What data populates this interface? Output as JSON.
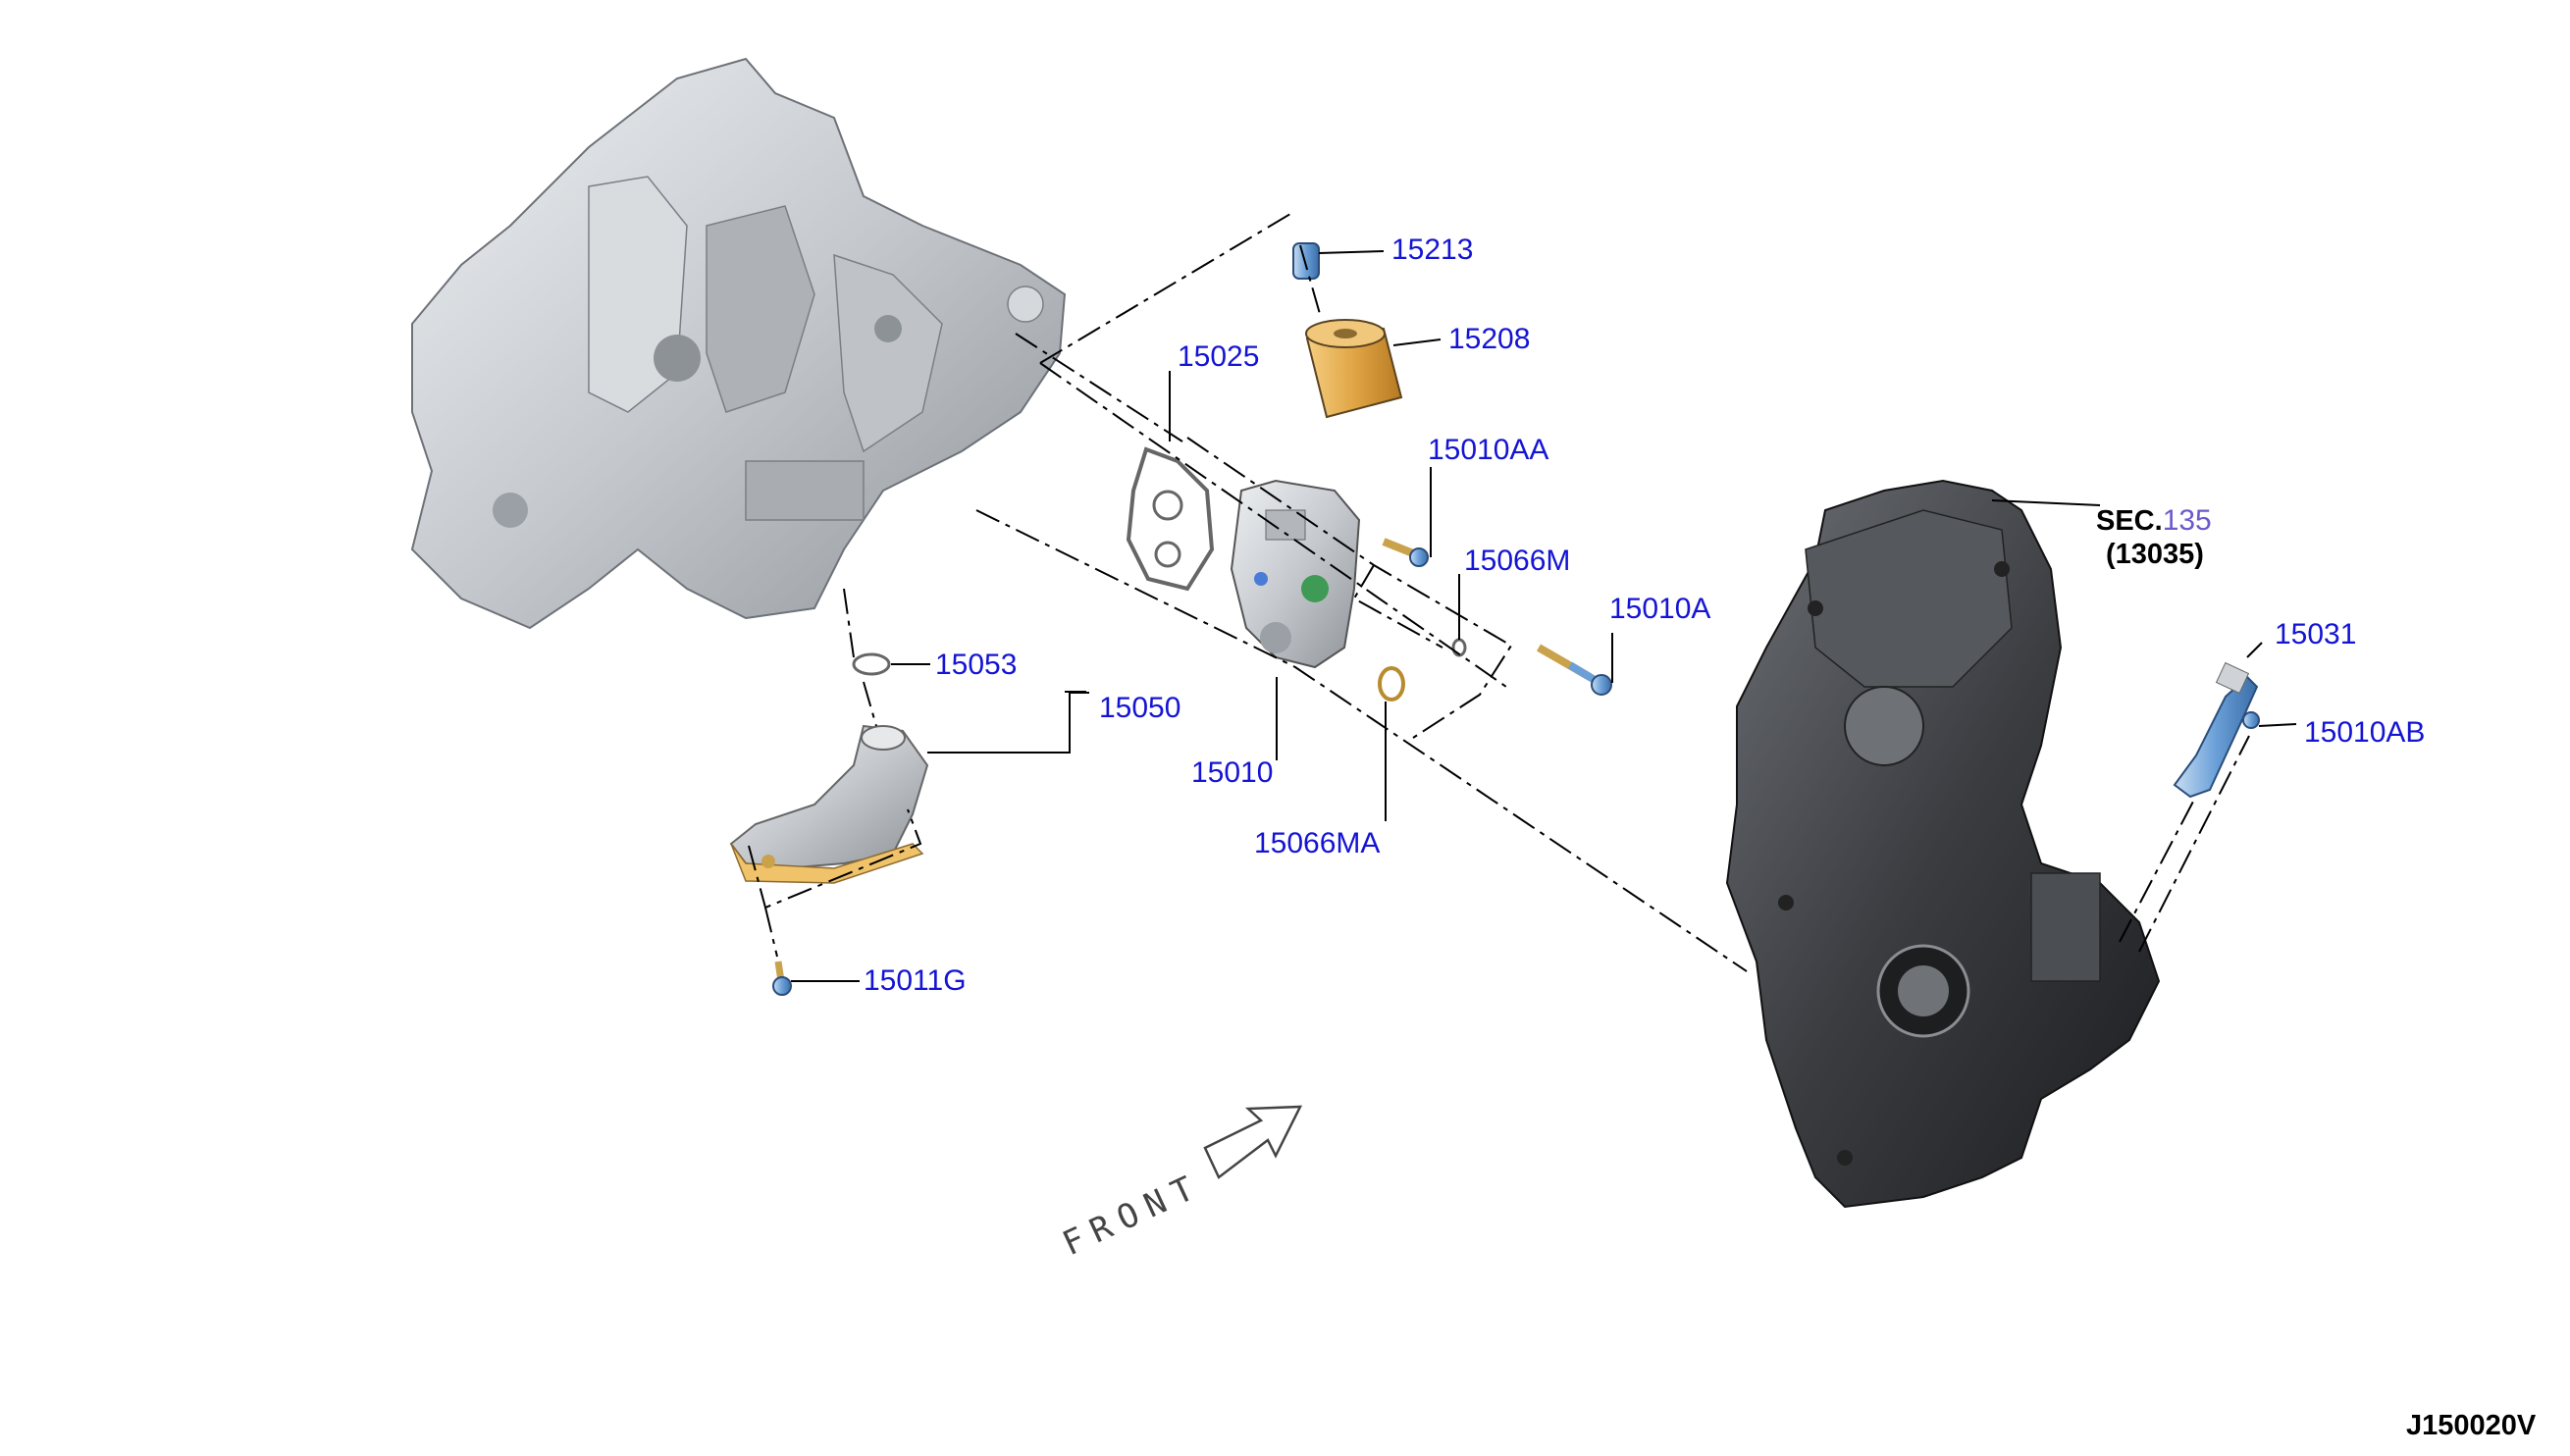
{
  "colors": {
    "label_blue": "#1414d4",
    "sec_number": "#6a5acd",
    "housing_light": "#c9cdd2",
    "cover_dark": "#3a3c40",
    "filter_orange": "#e0a545",
    "bolt_blue": "#6a9fd8"
  },
  "labels": {
    "p15213": "15213",
    "p15208": "15208",
    "p15025": "15025",
    "p15010AA": "15010AA",
    "p15066M": "15066M",
    "p15010A": "15010A",
    "p15053": "15053",
    "p15050": "15050",
    "p15010": "15010",
    "p15066MA": "15066MA",
    "p15011G": "15011G",
    "p15031": "15031",
    "p15010AB": "15010AB"
  },
  "section_ref": {
    "prefix": "SEC.",
    "number": "135",
    "code": "(13035)"
  },
  "front_marker": "FRONT",
  "diagram_code": "J150020V"
}
